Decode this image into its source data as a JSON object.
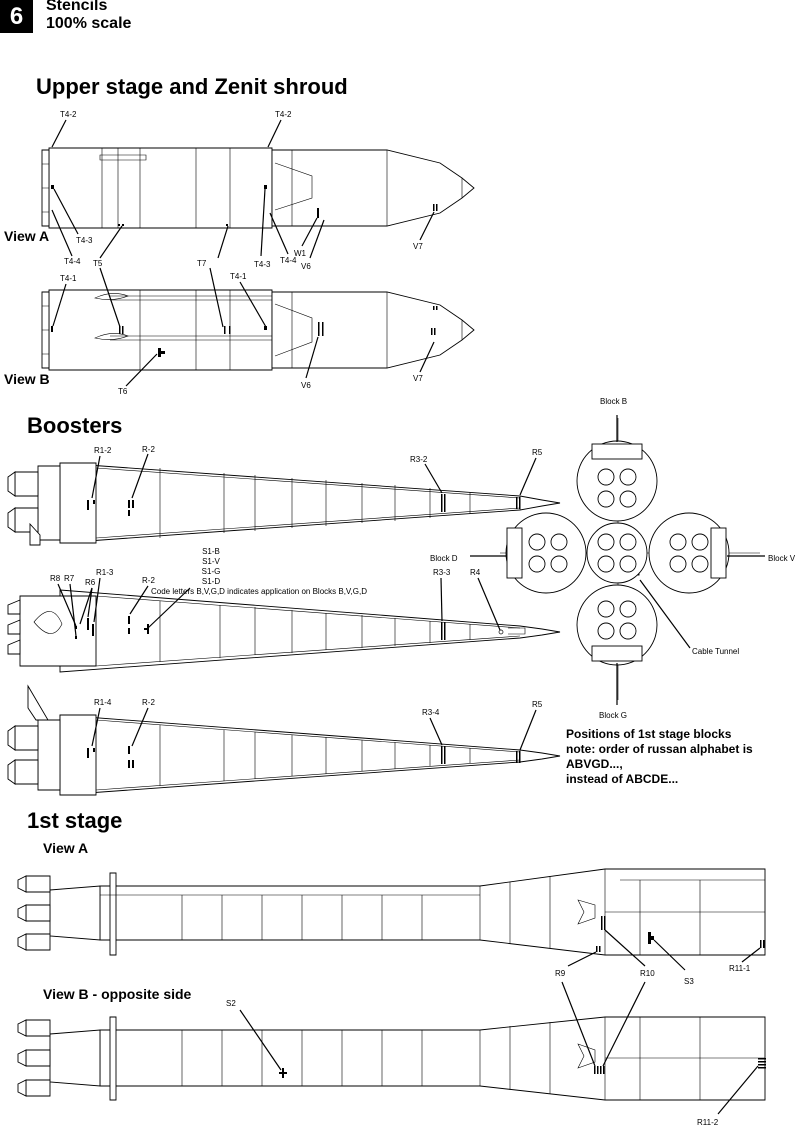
{
  "page": {
    "number": "6",
    "title_line1": "Stencils",
    "title_line2": "100% scale"
  },
  "sections": {
    "upper": {
      "title": "Upper stage and Zenit shroud",
      "view_a": "View A",
      "view_b": "View B"
    },
    "boosters": {
      "title": "Boosters",
      "stencil_list": [
        "S1-B",
        "S1-V",
        "S1-G",
        "S1-D"
      ],
      "stencil_note": "Code letters B,V,G,D indicates application on Blocks B,V,G,D"
    },
    "first_stage": {
      "title": "1st stage",
      "view_a": "View A",
      "view_b": "View B - opposite side"
    }
  },
  "labels": {
    "t4_2a": "T4-2",
    "t4_2b": "T4-2",
    "t4_3a": "T4-3",
    "t4_4a": "T4-4",
    "t4_3b": "T4-3",
    "t4_4b": "T4-4",
    "t4_1a": "T4-1",
    "t4_1b": "T4-1",
    "t5": "T5",
    "t7": "T7",
    "w1": "W1",
    "v6a": "V6",
    "v6b": "V6",
    "v7a": "V7",
    "v7b": "V7",
    "t6": "T6",
    "r1_2": "R1-2",
    "r2a": "R-2",
    "r3_2": "R3-2",
    "r5a": "R5",
    "r8": "R8",
    "r7": "R7",
    "r6": "R6",
    "r1_3": "R1-3",
    "r2b": "R-2",
    "r3_3": "R3-3",
    "r4": "R4",
    "r1_4": "R1-4",
    "r2c": "R-2",
    "r3_4": "R3-4",
    "r5b": "R5",
    "r9": "R9",
    "r10": "R10",
    "s3": "S3",
    "r11_1": "R11-1",
    "s2": "S2",
    "r11_2": "R11-2"
  },
  "blocks_diagram": {
    "block_b": "Block B",
    "block_v": "Block V",
    "block_g": "Block G",
    "block_d": "Block D",
    "cable_tunnel": "Cable Tunnel",
    "caption_line1": "Positions of 1st stage blocks",
    "caption_line2": "note: order of russan alphabet is ABVGD...,",
    "caption_line3": "instead of ABCDE..."
  }
}
